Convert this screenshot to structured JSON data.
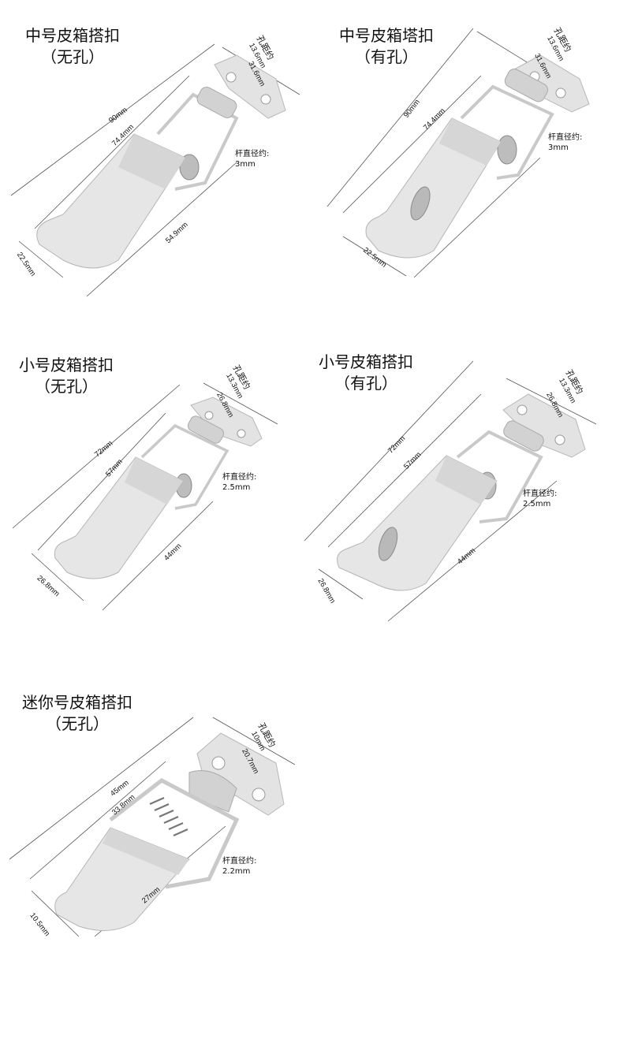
{
  "products": [
    {
      "id": "medium-no-hole",
      "title_line1": "中号皮箱搭扣",
      "title_line2": "（无孔）",
      "hole_pitch_label": "孔距约",
      "hole_pitch": "13.6mm",
      "plate_width": "31.6mm",
      "total_length": "90mm",
      "body_length": "74.4mm",
      "plate_length": "54.9mm",
      "width": "22.5mm",
      "rod_label": "杆直径约:",
      "rod_diameter": "3mm",
      "has_hole": false
    },
    {
      "id": "medium-with-hole",
      "title_line1": "中号皮箱塔扣",
      "title_line2": "（有孔）",
      "hole_pitch_label": "孔距约",
      "hole_pitch": "13.6mm",
      "plate_width": "31.6mm",
      "total_length": "90mm",
      "body_length": "74.4mm",
      "width": "22.5mm",
      "rod_label": "杆直径约:",
      "rod_diameter": "3mm",
      "has_hole": true
    },
    {
      "id": "small-no-hole",
      "title_line1": "小号皮箱搭扣",
      "title_line2": "（无孔）",
      "hole_pitch_label": "孔距约",
      "hole_pitch": "13.3mm",
      "plate_width": "26.8mm",
      "total_length": "72mm",
      "body_length": "57mm",
      "plate_length": "44mm",
      "width": "26.8mm",
      "rod_label": "杆直径约:",
      "rod_diameter": "2.5mm",
      "has_hole": false
    },
    {
      "id": "small-with-hole",
      "title_line1": "小号皮箱搭扣",
      "title_line2": "（有孔）",
      "hole_pitch_label": "孔距约",
      "hole_pitch": "13.3mm",
      "plate_width": "26.8mm",
      "total_length": "72mm",
      "body_length": "57mm",
      "plate_length": "44mm",
      "width": "26.8mm",
      "rod_label": "杆直径约:",
      "rod_diameter": "2.5mm",
      "has_hole": true
    },
    {
      "id": "mini-no-hole",
      "title_line1": "迷你号皮箱搭扣",
      "title_line2": "（无孔）",
      "hole_pitch_label": "孔距约",
      "hole_pitch": "10mm",
      "plate_width": "20.7mm",
      "total_length": "45mm",
      "body_length": "33.8mm",
      "plate_length": "27mm",
      "width": "10.5mm",
      "rod_label": "杆直径约:",
      "rod_diameter": "2.2mm",
      "has_hole": false
    }
  ]
}
